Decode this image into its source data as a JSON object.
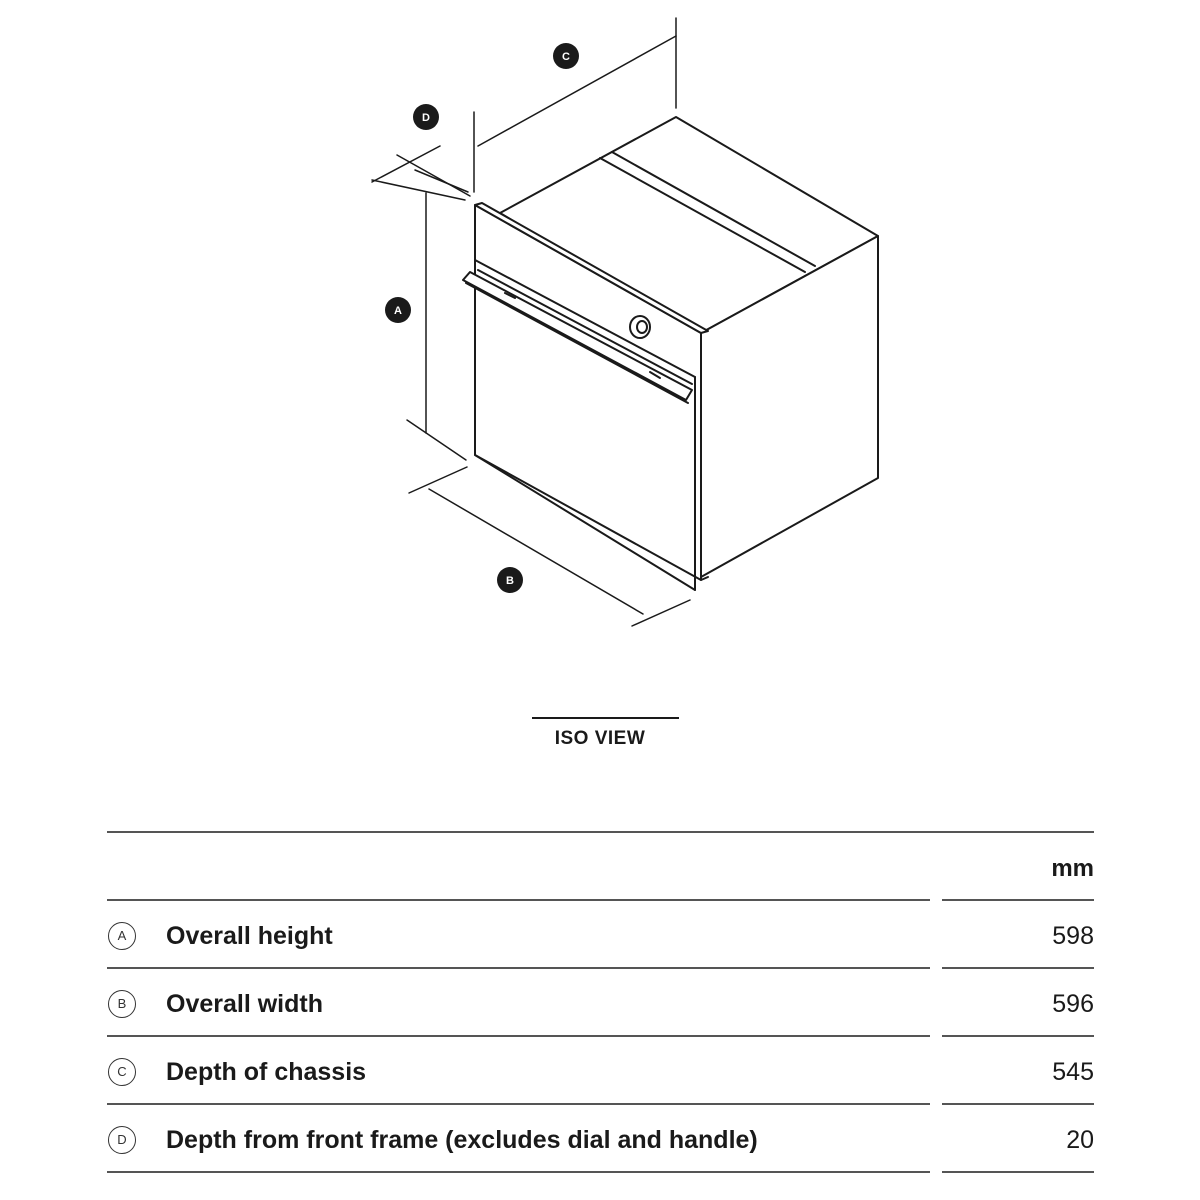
{
  "diagram": {
    "callouts": [
      "A",
      "B",
      "C",
      "D"
    ],
    "caption": "ISO VIEW"
  },
  "table": {
    "unit_header": "mm",
    "rows": [
      {
        "key": "A",
        "label": "Overall height",
        "value": "598"
      },
      {
        "key": "B",
        "label": "Overall width",
        "value": "596"
      },
      {
        "key": "C",
        "label": "Depth of chassis",
        "value": "545"
      },
      {
        "key": "D",
        "label": "Depth from front frame (excludes dial and handle)",
        "value": "20"
      }
    ]
  }
}
